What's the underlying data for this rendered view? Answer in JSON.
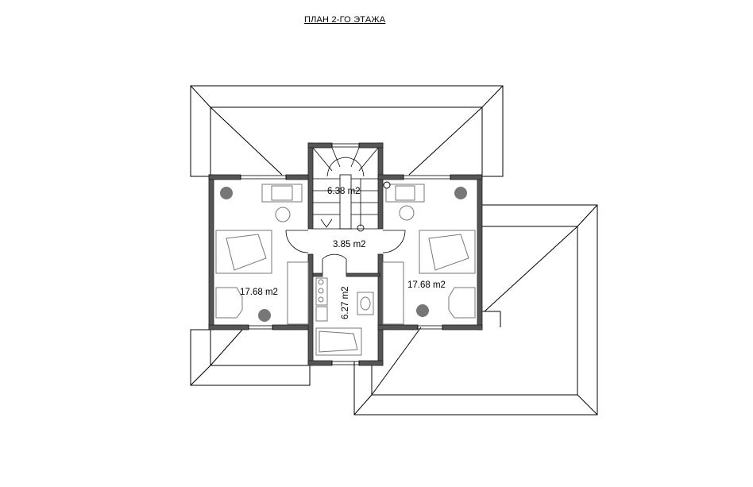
{
  "title": "ПЛАН 2-ГО ЭТАЖА",
  "rooms": {
    "staircase": "6.38 m2",
    "hall": "3.85 m2",
    "bathroom": "6.27 m2",
    "bedroom_left": "17.68 m2",
    "bedroom_right": "17.68 m2"
  },
  "colors": {
    "wall": "#555555",
    "furniture": "#777777",
    "line": "#000000"
  }
}
